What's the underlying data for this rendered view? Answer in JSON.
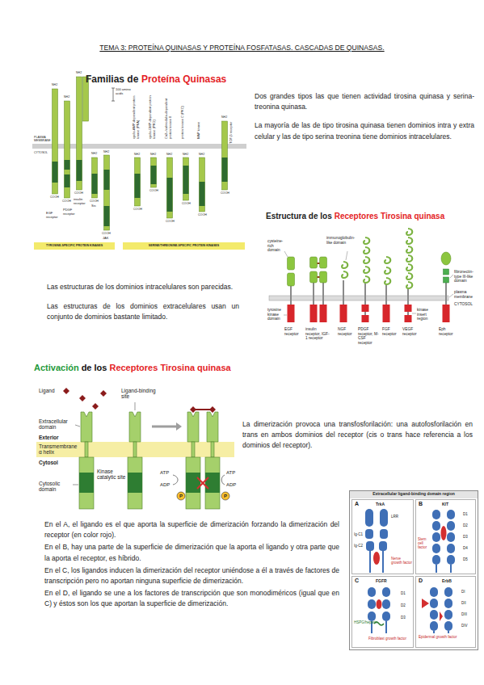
{
  "diagram": {
    "title": "TEMA 3: PROTEÍNA QUINASAS Y PROTEÍNA FOSFATASAS. CASCADAS DE QUINASAS.",
    "nodes": [
      {
        "text": [
          "Extracellular ligand-binding domain region"
        ]
      },
      {
        "text": [
          "A",
          "TrkA",
          "LRR",
          "Ig-C1",
          "Ig-C2",
          "Nerve growth factor"
        ],
        "in": 0
      },
      {
        "text": [
          "B",
          "KIT",
          "D1",
          "D2",
          "D3",
          "D4",
          "D5",
          "Stem cell factor"
        ],
        "in": 0
      },
      {
        "text": [
          "C",
          "FGFR",
          "D1",
          "D2",
          "D3",
          "HSPG/heparin",
          "Fibroblast growth factor"
        ],
        "in": 0
      },
      {
        "text": [
          "D",
          "ErbB",
          "DI",
          "DII",
          "DIII",
          "DIV",
          "Epidermal growth factor"
        ],
        "in": 0
      }
    ],
    "labels": [
      "Familias de",
      "Proteína Quinasas",
      "100 amino acids",
      "PLASMA MEMBRANE",
      "CYTOSOL",
      "NH2",
      "COOH",
      "EGF receptor",
      "NH2",
      "COOH",
      "PDGF receptor",
      "NH2",
      "COOH",
      "insulin receptor",
      "NH2",
      "COOH",
      "Src",
      "NH2",
      "COOH",
      "JAK",
      "NH2",
      "COOH",
      "cyclic-AMP-dependent protein kinase (PKA)",
      "NH2",
      "COOH",
      "cyclic-GMP-dependent protein kinase (PKG)",
      "NH2",
      "COOH",
      "Ca2+/calmodulin-dependent protein kinase II",
      "NH2",
      "COOH",
      "protein kinase C (PKC)",
      "NH2",
      "COOH",
      "MAP kinase",
      "NH2",
      "COOH",
      "TGF-β receptor",
      "TYROSINE-SPECIFIC PROTEIN KINASES",
      "SERINE/THREONINE-SPECIFIC PROTEIN KINASES",
      "Dos grandes tipos las que tienen actividad tirosina quinasa y serina-treonina quinasa.",
      "La mayoría de las de tipo tirosina quinasa tienen dominios intra y extra celular y las de tipo serina treonina tiene dominios intracelulares.",
      "Estructura de los",
      "Receptores Tirosina quinasa",
      "cysteine-rich domain",
      "immunoglobulin-like domain",
      "fibronectin-type III-like domain",
      "plasma membrane",
      "CYTOSOL",
      "tyrosine kinase domain",
      "kinase insert region",
      "EGF receptor",
      "insulin receptor, IGF-1 receptor",
      "NGF receptor",
      "PDGF receptor, M-CSF receptor",
      "FGF receptor",
      "VEGF receptor",
      "Eph receptor",
      "Las estructuras de los dominios intracelulares son parecidas.",
      "Las estructuras de los dominios extracelulares usan un conjunto de dominios bastante limitado.",
      "Activación",
      "de los",
      "Receptores Tirosina quinasa",
      "Ligand",
      "Ligand-binding site",
      "Extracellular domain",
      "Exterior",
      "Transmembrane α helix",
      "Cytosol",
      "Cytosolic domain",
      "Kinase catalytic site",
      "ATP",
      "ADP",
      "ATP",
      "ADP",
      "P",
      "P",
      "La dimerización provoca una transfosforilación: una autofosforilación en trans en ambos dominios del receptor (cis o trans hace referencia a los dominios del receptor).",
      "En el A, el ligando es el que aporta la superficie de dimerización forzando la dimerización del receptor (en color rojo).",
      "En el B, hay una parte de la superficie de dimerización que la aporta el ligando y otra parte que la aporta el receptor, es híbrido.",
      "En el C, los ligandos inducen la dimerización del receptor uniéndose a él a través de factores de transcripción pero no aportan ninguna superficie de dimerización.",
      "En el D, el ligando se une a los factores de transcripción que son monodiméricos (igual que en C) y éstos son los que aportan la superficie de dimerización."
    ]
  }
}
